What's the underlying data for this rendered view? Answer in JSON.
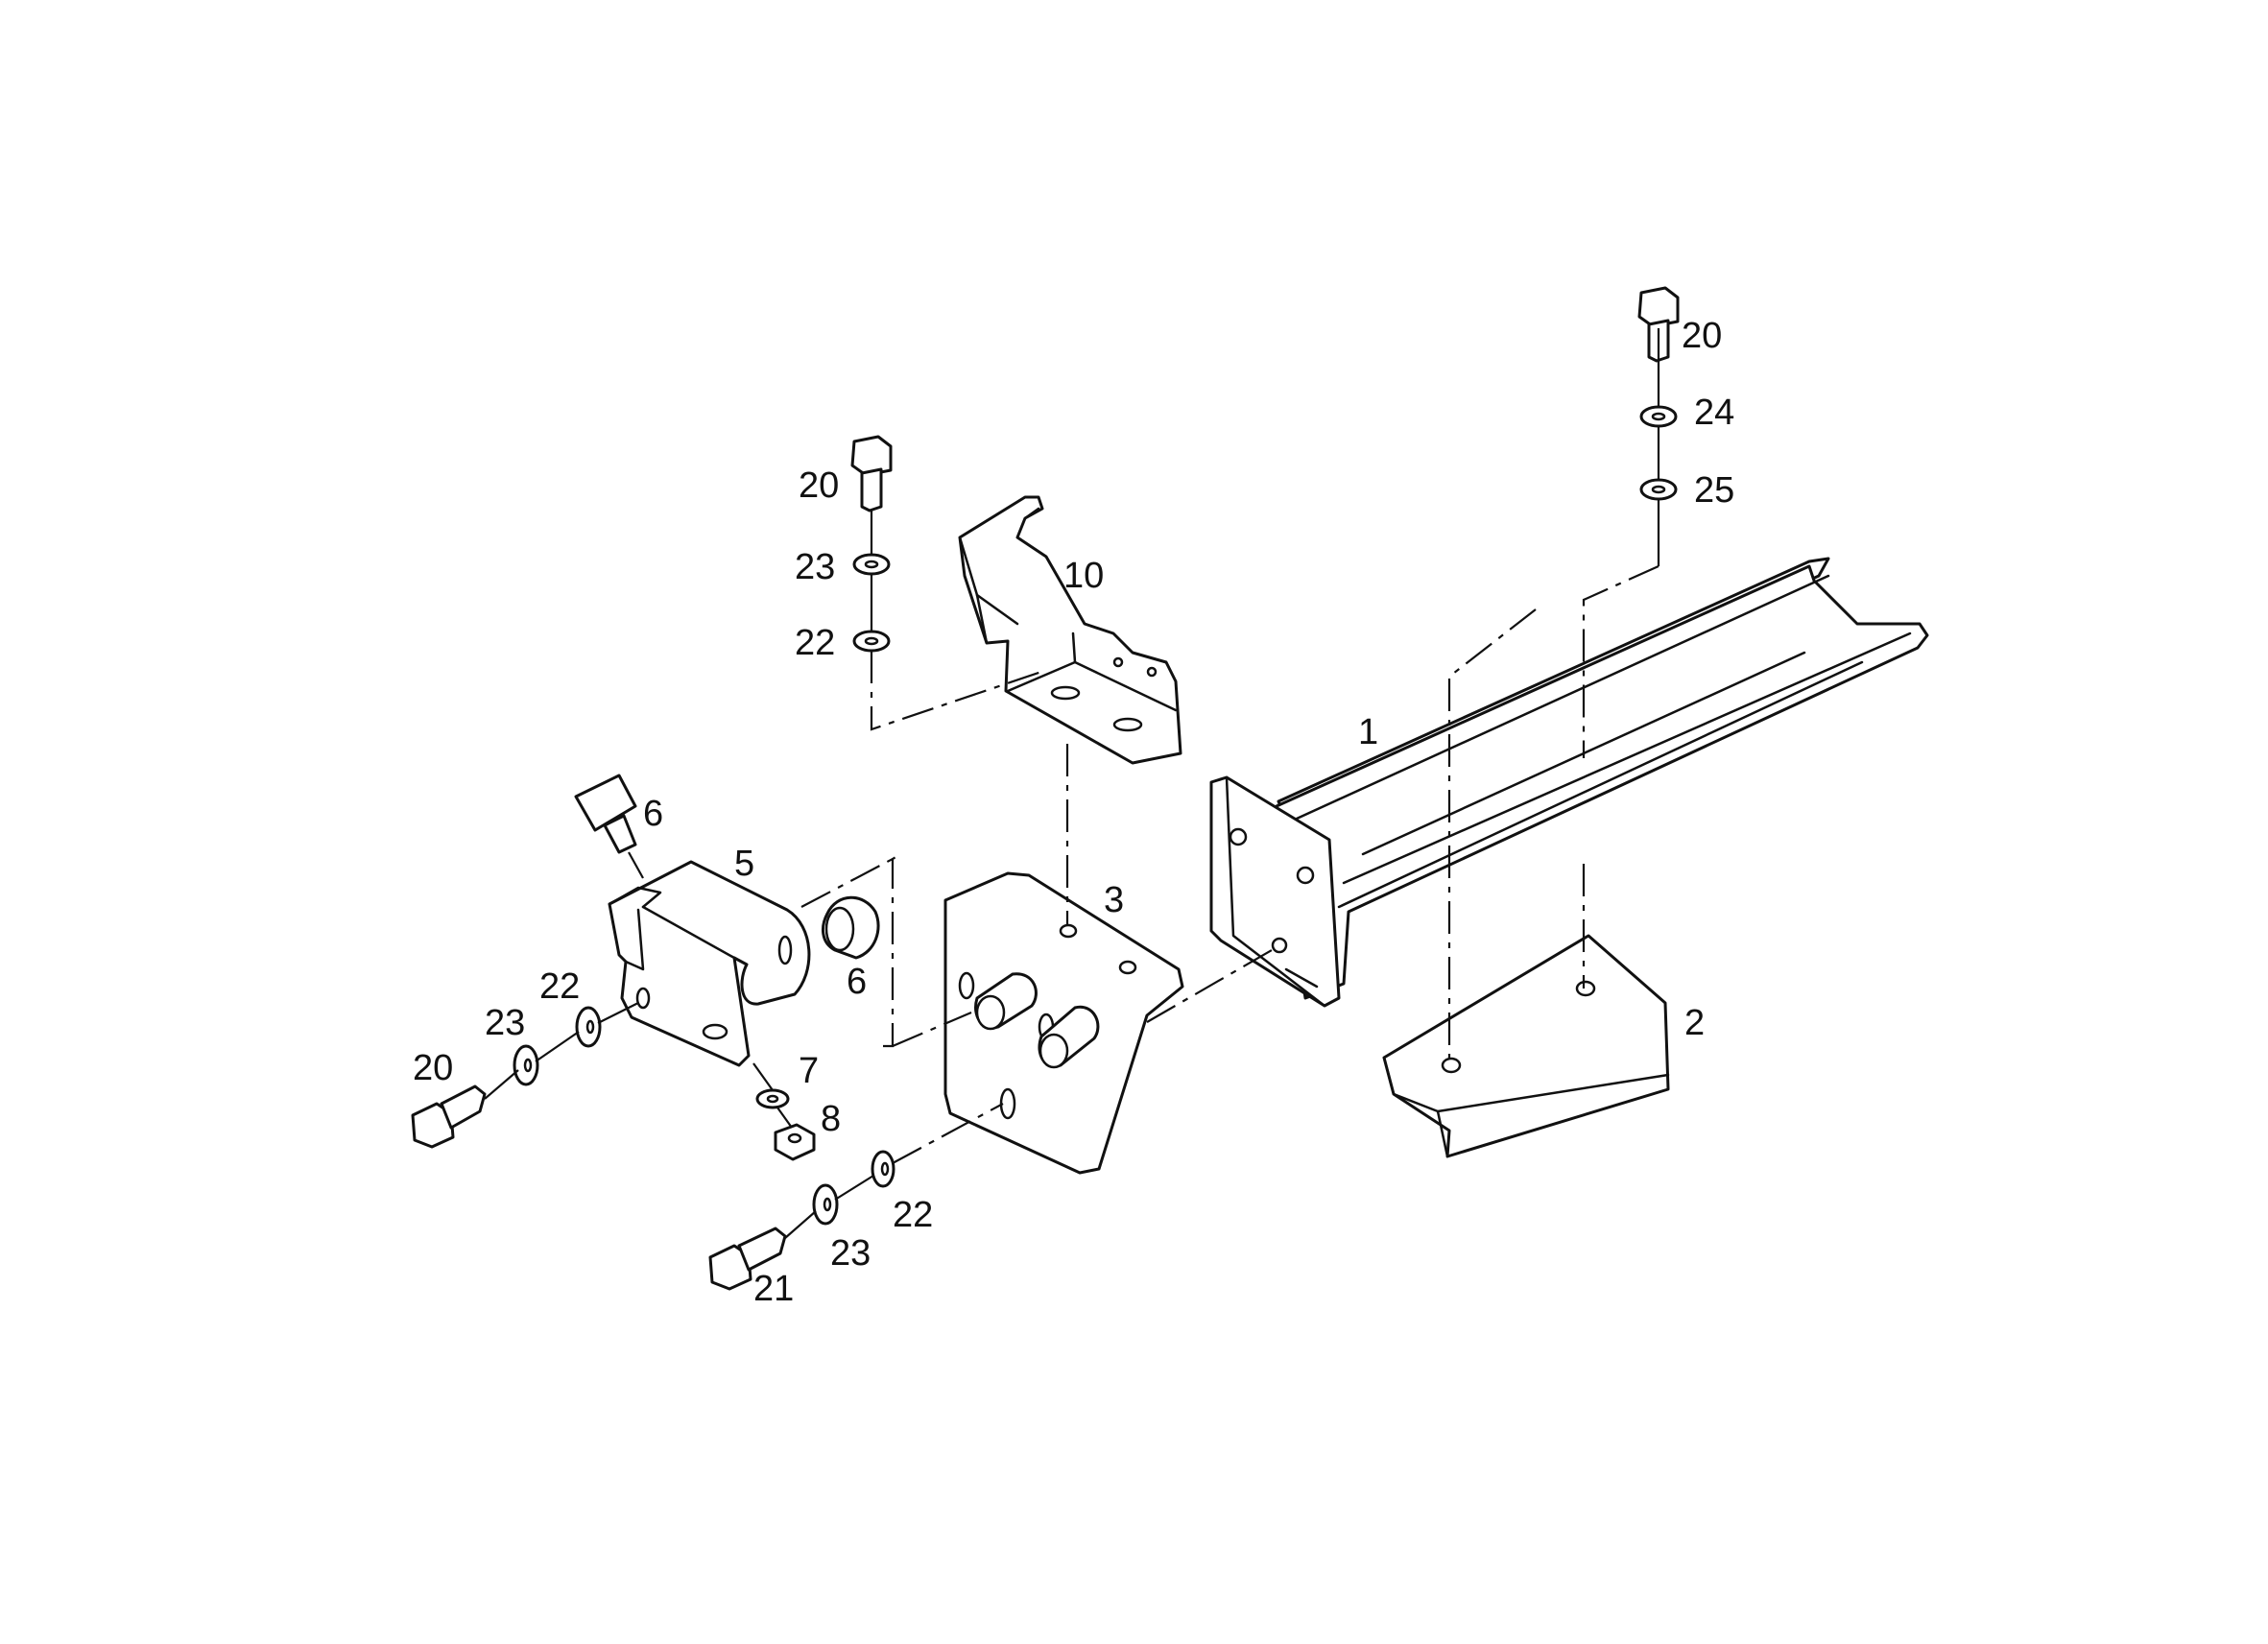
{
  "callouts": {
    "c1": "1",
    "c2": "2",
    "c3": "3",
    "c5": "5",
    "c6_top": "6",
    "c6_right": "6",
    "c7": "7",
    "c8": "8",
    "c10": "10",
    "c20_top_right": "20",
    "c24": "24",
    "c25": "25",
    "c20_mid": "20",
    "c23_mid": "23",
    "c22_mid": "22",
    "c22_left": "22",
    "c23_left": "23",
    "c20_left": "20",
    "c22_bottom": "22",
    "c23_bottom": "23",
    "c21": "21"
  }
}
